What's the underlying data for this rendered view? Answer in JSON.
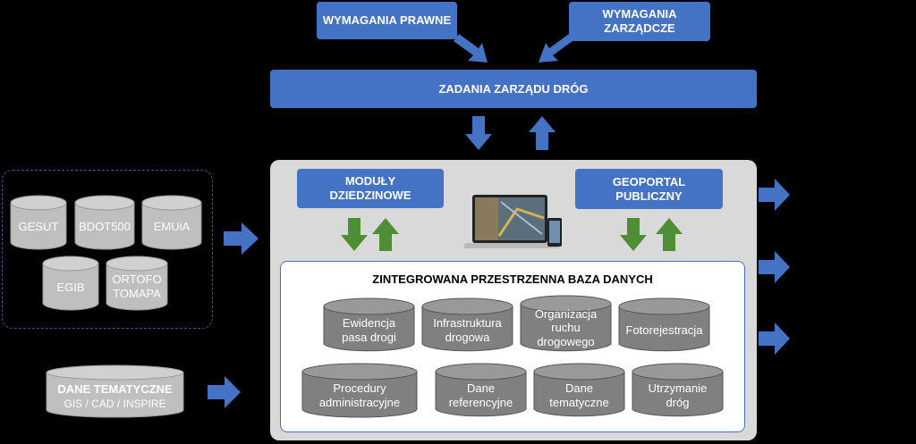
{
  "top_boxes": {
    "legal": "WYMAGANIA PRAWNE",
    "management": "WYMAGANIA\nZARZĄDCZE",
    "tasks": "ZADANIA  ZARZĄDU DRÓG"
  },
  "panel": {
    "modules": "MODUŁY\nDZIEDZINOWE",
    "geoportal": "GEOPORTAL\nPUBLICZNY",
    "database_title": "ZINTEGROWANA PRZESTRZENNA BAZA DANYCH",
    "database_items": [
      "Ewidencja\npasa drogi",
      "Infrastruktura\ndrogowa",
      "Organizacja\nruchu\ndrogowego",
      "Fotorejestracja",
      "Procedury\nadministracyjne",
      "Dane\nreferencyjne",
      "Dane\ntematyczne",
      "Utrzymanie\ndróg"
    ]
  },
  "sources": {
    "items": [
      "GESUT",
      "BDOT500",
      "EMUiA",
      "EGIB",
      "ORTOFO\nTOMAPA"
    ],
    "thematic_title": "DANE TEMATYCZNE",
    "thematic_sub": "GIS / CAD / INSPIRE"
  },
  "colors": {
    "blue": "#4472c4",
    "green": "#4e8f35",
    "grey_cylinder": "#808080",
    "light_cylinder": "#c0c0c0",
    "panel": "#d9d9d9"
  }
}
